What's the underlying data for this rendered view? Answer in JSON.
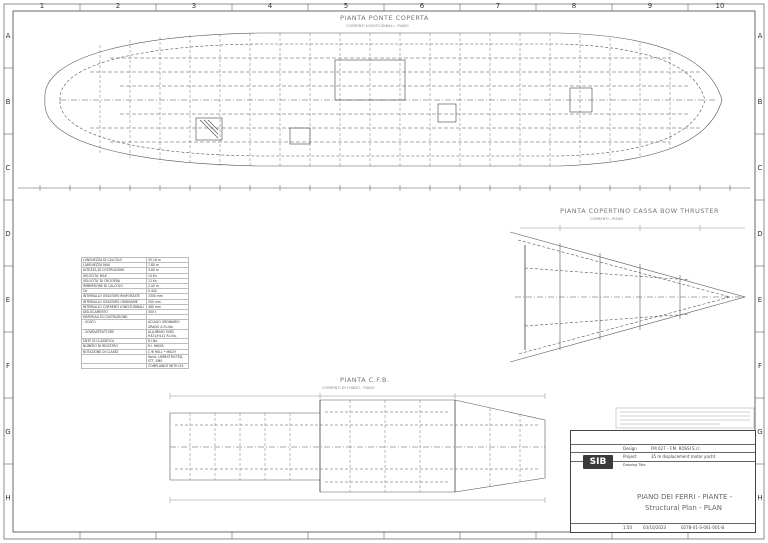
{
  "sheet": {
    "columns": [
      "1",
      "2",
      "3",
      "4",
      "5",
      "6",
      "7",
      "8",
      "9",
      "10"
    ],
    "rows": [
      "A",
      "B",
      "C",
      "D",
      "E",
      "F",
      "G",
      "H"
    ]
  },
  "plans": {
    "upper": {
      "title": "PIANTA PONTE COPERTA",
      "subtitle": "CORRENTI LONGITUDINALI - PIANO"
    },
    "right": {
      "title": "PIANTA COPERTINO CASSA BOW THRUSTER",
      "subtitle": "CORRENTI - PIANO"
    },
    "lower": {
      "title": "PIANTA C.F.B.",
      "subtitle": "CORRENTI DI FONDO - PIANO"
    }
  },
  "specs": [
    {
      "k": "LUNGHEZZA DI CALCOLO",
      "v": "35.18 m"
    },
    {
      "k": "LARGHEZZA MAX",
      "v": "7.80 m"
    },
    {
      "k": "ALTEZZA DI COSTRUZIONE",
      "v": "3.60 m"
    },
    {
      "k": "VELOCITA' MAX",
      "v": "14 Kn"
    },
    {
      "k": "VELOCITA' DI CROCIERA",
      "v": "12 Kn"
    },
    {
      "k": "IMMERSIONE DI CALCOLO",
      "v": "2.00 m"
    },
    {
      "k": "Cb",
      "v": "0.442"
    },
    {
      "k": "INTERVALLO OSSATURE RINFORZATE",
      "v": "1500 mm"
    },
    {
      "k": "INTERVALLO OSSATURE ORDINARIE",
      "v": "500 mm"
    },
    {
      "k": "INTERVALLO CORRENTI LONGITUDINALI",
      "v": "480 mm"
    },
    {
      "k": "DISLOCAMENTO",
      "v": "300 t"
    },
    {
      "k": "MATERIALI DI COSTRUZIONE:",
      "v": ""
    },
    {
      "k": "- SCAFO",
      "v": "ACCIAIO ORDINARIO GRADO A R.I.Na."
    },
    {
      "k": "- SOVRASTRUTTURE",
      "v": "ALLUMINIO 5083 H321/H111 R.I.Na."
    },
    {
      "k": "ENTE DI CLASSIFICA",
      "v": "R.I.Na."
    },
    {
      "k": "NUMERO DI REGISTRO",
      "v": "R.I. 66005"
    },
    {
      "k": "NOTAZIONE DI CLASSE",
      "v": "C  ✠ HULL • MACH"
    },
    {
      "k": "",
      "v": "Yacht, UNRESTRICTED, STT, EMS"
    },
    {
      "k": "",
      "v": "COMPLIANCE WITH LY2"
    }
  ],
  "title_block": {
    "logo": "SIB",
    "design_label": "Design",
    "design_value": "FM 027 - F.M. ROSSI S.r.l.",
    "project_label": "Project",
    "project_value": "35 m displacement motor yacht",
    "drawing_label": "Drawing Title",
    "title_it": "PIANO DEI FERRI  - PIANTE -",
    "title_en": "Structural Plan  -  PLAN",
    "scale": "1:50",
    "date": "03/10/2023",
    "number": "027B-01-S-001-001-B"
  }
}
